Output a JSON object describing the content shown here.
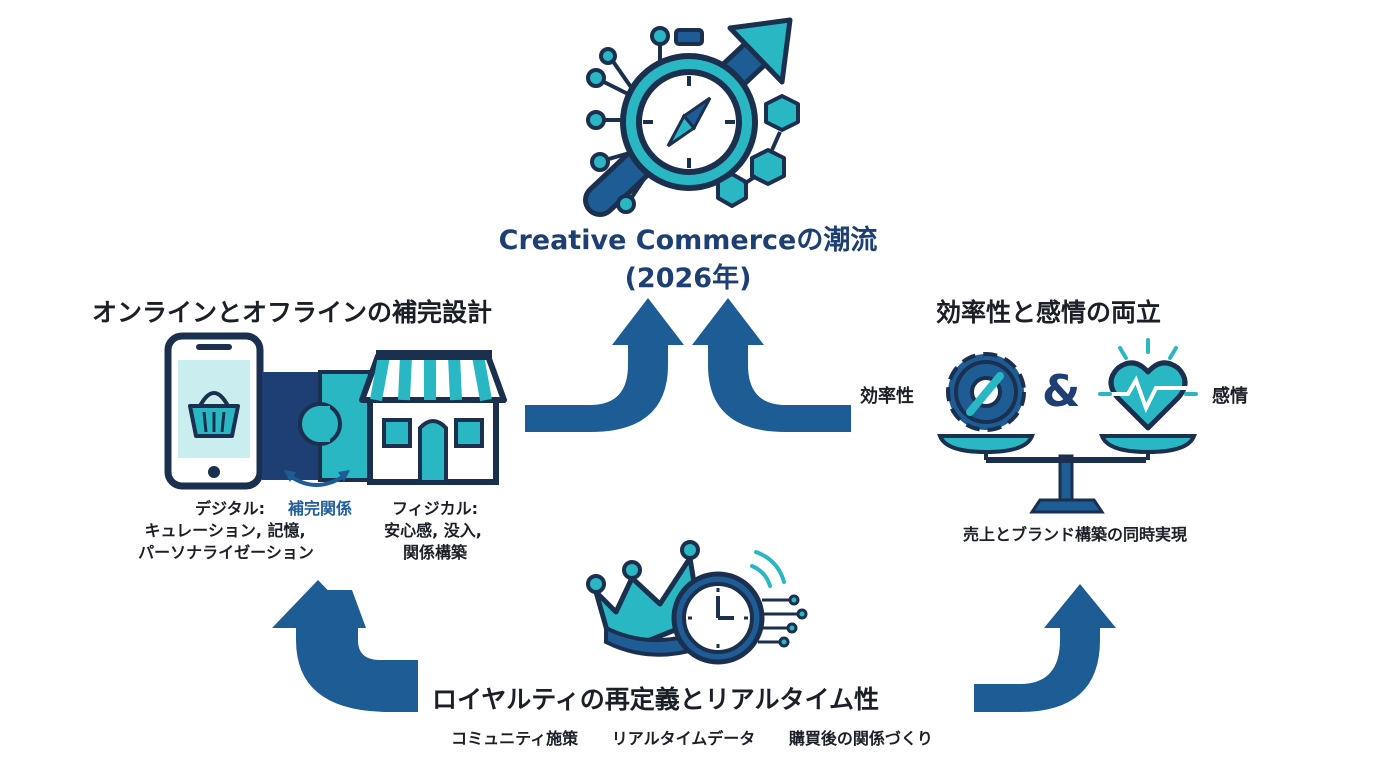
{
  "center": {
    "title_line1": "Creative Commerceの潮流",
    "title_line2": "(2026年)"
  },
  "left": {
    "title": "オンラインとオフラインの補完設計",
    "digital_head": "デジタル:",
    "digital_line2": "キュレーション, 記憶,",
    "digital_line3": "パーソナライゼーション",
    "link_label": "補完関係",
    "physical_head": "フィジカル:",
    "physical_line2": "安心感, 没入,",
    "physical_line3": "関係構築"
  },
  "right": {
    "title": "効率性と感情の両立",
    "left_label": "効率性",
    "right_label": "感情",
    "amp": "&",
    "caption": "売上とブランド構築の同時実現"
  },
  "bottom": {
    "title": "ロイヤルティの再定義とリアルタイム性",
    "items": [
      "コミュニティ施策",
      "リアルタイムデータ",
      "購買後の関係づくり"
    ]
  },
  "colors": {
    "navy": "#1e3f73",
    "teal": "#2ab7c4",
    "dark": "#1b2f4f"
  },
  "icons": [
    "compass-stopwatch-icon",
    "smartphone-basket-icon",
    "puzzle-icon",
    "storefront-icon",
    "gear-icon",
    "heart-pulse-icon",
    "balance-scale-icon",
    "crown-icon",
    "clock-icon"
  ]
}
